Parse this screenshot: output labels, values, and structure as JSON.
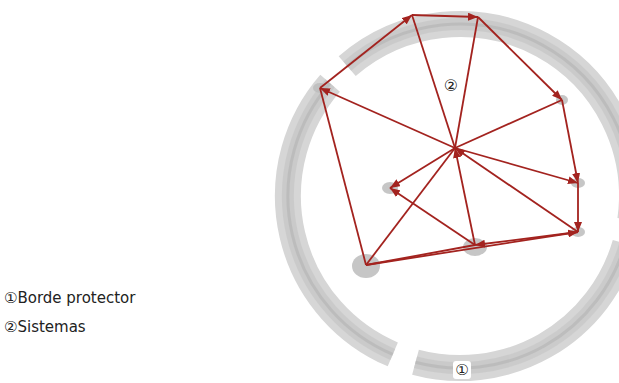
{
  "diagram": {
    "labels": [
      "②",
      "①",
      "①Borde protector",
      "②Sistemas"
    ]
  }
}
